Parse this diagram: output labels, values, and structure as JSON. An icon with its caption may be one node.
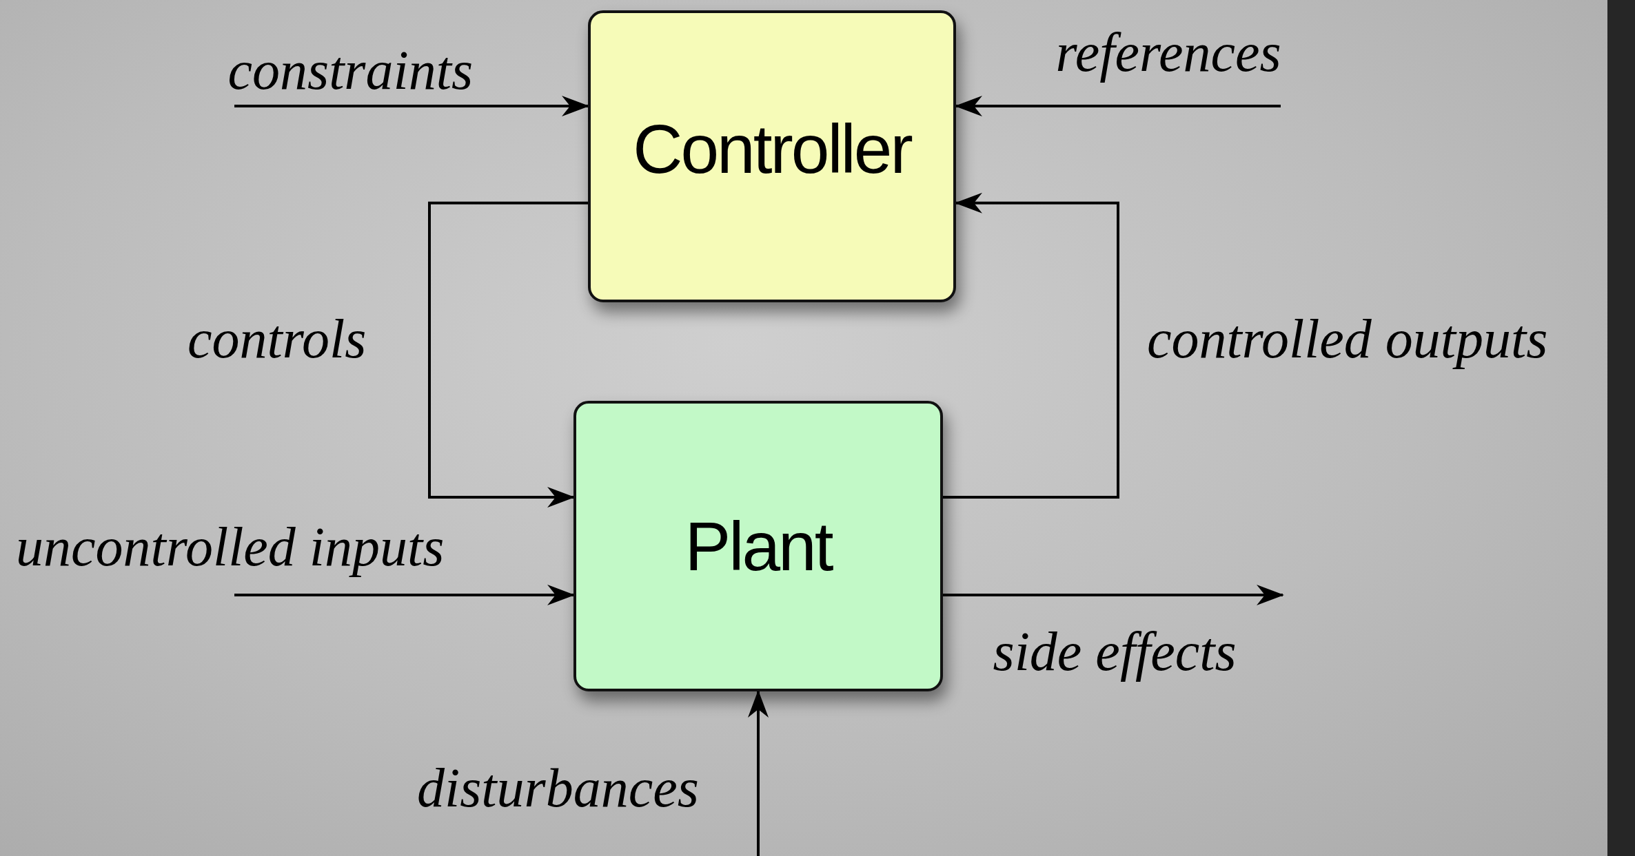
{
  "diagram": {
    "nodes": [
      {
        "text": [
          "Controller"
        ]
      },
      {
        "text": [
          "Plant"
        ]
      }
    ],
    "edges": [
      {
        "from": null,
        "to": 0,
        "arrow": "to",
        "label": "constraints"
      },
      {
        "from": null,
        "to": 0,
        "arrow": "to",
        "label": "references"
      },
      {
        "from": 0,
        "to": 1,
        "arrow": "to",
        "label": "controls"
      },
      {
        "from": 1,
        "to": 0,
        "arrow": "to",
        "label": "controlled outputs"
      },
      {
        "from": null,
        "to": 1,
        "arrow": "to",
        "label": "uncontrolled inputs"
      },
      {
        "from": 1,
        "to": null,
        "arrow": "to",
        "label": "side effects"
      },
      {
        "from": null,
        "to": 1,
        "arrow": "to",
        "label": "disturbances"
      }
    ]
  }
}
